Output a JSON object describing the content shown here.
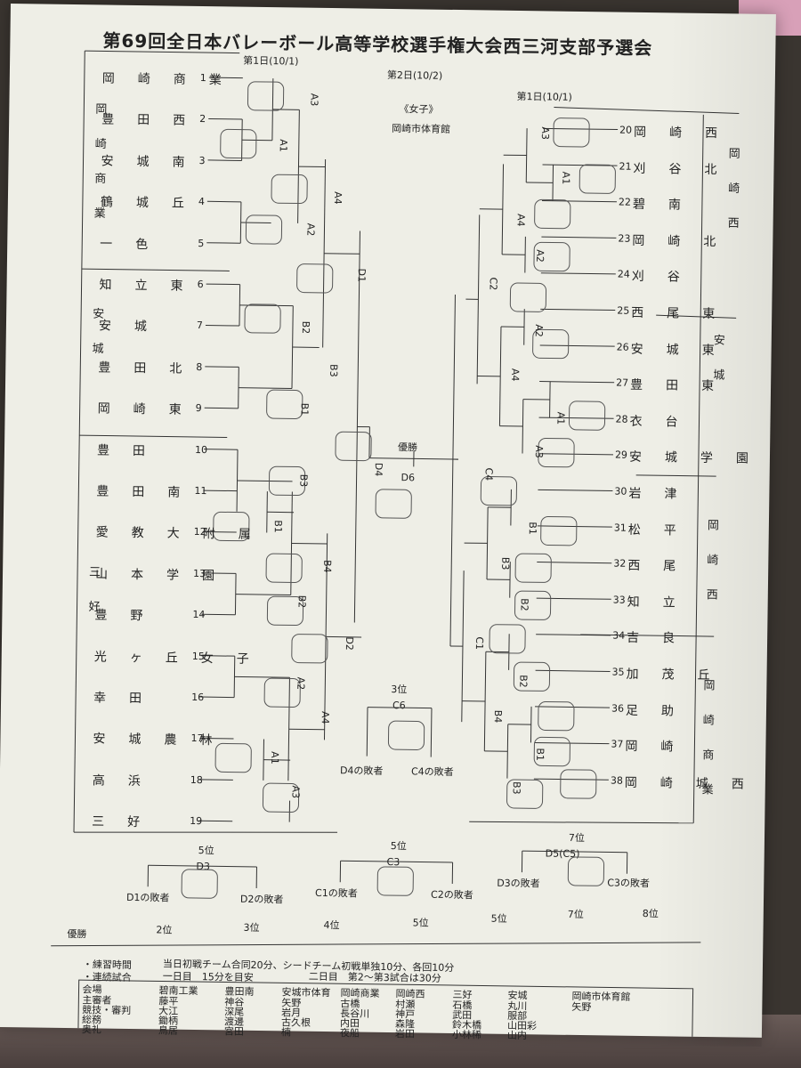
{
  "title": "第69回全日本バレーボール高等学校選手権大会西三河支部予選会",
  "dates": {
    "day1_left": "第1日(10/1)",
    "day2": "第2日(10/2)",
    "day1_right": "第1日(10/1)"
  },
  "category": "《女子》",
  "venue": "岡崎市体育館",
  "champion_label": "優勝",
  "final_code": "D6",
  "third_place": {
    "label": "3位",
    "code": "C6",
    "left": "D4の敗者",
    "right": "C4の敗者"
  },
  "fifth_place_left": {
    "label": "5位",
    "code": "D3",
    "left": "D1の敗者",
    "right": "D2の敗者"
  },
  "fifth_place_mid": {
    "label": "5位",
    "code": "C3",
    "left": "C1の敗者",
    "right": "C2の敗者"
  },
  "seventh_place": {
    "label": "7位",
    "code": "D5(C5)",
    "left": "D3の敗者",
    "right": "C3の敗者"
  },
  "ranking_row": [
    "優勝",
    "2位",
    "3位",
    "4位",
    "5位",
    "5位",
    "7位",
    "8位"
  ],
  "left_groups": [
    "岡崎商業",
    "安城",
    "三好"
  ],
  "right_groups": [
    "岡崎西",
    "安城",
    "岡崎西",
    "岡崎商業"
  ],
  "left_teams": [
    {
      "name": "岡崎商業",
      "no": "1"
    },
    {
      "name": "豊田西",
      "no": "2"
    },
    {
      "name": "安城南",
      "no": "3"
    },
    {
      "name": "鶴城丘",
      "no": "4"
    },
    {
      "name": "一色",
      "no": "5"
    },
    {
      "name": "知立東",
      "no": "6"
    },
    {
      "name": "安城",
      "no": "7"
    },
    {
      "name": "豊田北",
      "no": "8"
    },
    {
      "name": "岡崎東",
      "no": "9"
    },
    {
      "name": "豊田",
      "no": "10"
    },
    {
      "name": "豊田南",
      "no": "11"
    },
    {
      "name": "愛教大附属",
      "no": "12"
    },
    {
      "name": "山本学園",
      "no": "13"
    },
    {
      "name": "豊野",
      "no": "14"
    },
    {
      "name": "光ヶ丘女子",
      "no": "15"
    },
    {
      "name": "幸田",
      "no": "16"
    },
    {
      "name": "安城農林",
      "no": "17"
    },
    {
      "name": "高浜",
      "no": "18"
    },
    {
      "name": "三好",
      "no": "19"
    }
  ],
  "right_teams": [
    {
      "name": "岡崎西",
      "no": "20"
    },
    {
      "name": "刈谷北",
      "no": "21"
    },
    {
      "name": "碧南",
      "no": "22"
    },
    {
      "name": "岡崎北",
      "no": "23"
    },
    {
      "name": "刈谷",
      "no": "24"
    },
    {
      "name": "西尾東",
      "no": "25"
    },
    {
      "name": "安城東",
      "no": "26"
    },
    {
      "name": "豊田東",
      "no": "27"
    },
    {
      "name": "衣台",
      "no": "28"
    },
    {
      "name": "安城学園",
      "no": "29"
    },
    {
      "name": "岩津",
      "no": "30"
    },
    {
      "name": "松平",
      "no": "31"
    },
    {
      "name": "西尾",
      "no": "32"
    },
    {
      "name": "知立",
      "no": "33"
    },
    {
      "name": "吉良",
      "no": "34"
    },
    {
      "name": "加茂丘",
      "no": "35"
    },
    {
      "name": "足助",
      "no": "36"
    },
    {
      "name": "岡崎",
      "no": "37"
    },
    {
      "name": "岡崎城西",
      "no": "38"
    }
  ],
  "match_codes_left": [
    "A3",
    "A1",
    "A4",
    "A2",
    "D1",
    "B2",
    "B3",
    "B1",
    "D4",
    "B3",
    "B1",
    "B4",
    "B2",
    "D2",
    "A2",
    "A4",
    "A1",
    "A3"
  ],
  "match_codes_right": [
    "A3",
    "A1",
    "A4",
    "A2",
    "C2",
    "A2",
    "A4",
    "A1",
    "A3",
    "C4",
    "B1",
    "B3",
    "B2",
    "C1",
    "B2",
    "B4",
    "B1",
    "B3"
  ],
  "notes": {
    "practice_label": "・練習時間",
    "practice_text": "当日初戦チーム合同20分、シードチーム初戦単独10分、各回10分",
    "consecutive_label": "・連続試合",
    "consecutive_day1": "一日目　15分を目安",
    "consecutive_day2": "二日目　第2～第3試合は30分"
  },
  "officials_table": {
    "headers": [
      "会場",
      "碧南工業",
      "豊田南",
      "安城市体育",
      "岡崎商業",
      "岡崎西",
      "三好",
      "安城",
      "岡崎市体育館"
    ],
    "rows": [
      [
        "主審者",
        "藤平",
        "神谷",
        "矢野",
        "古橋",
        "村瀬",
        "石橋",
        "丸川",
        "矢野"
      ],
      [
        "競技・審判",
        "大江",
        "深尾",
        "岩月",
        "長谷川",
        "神戸",
        "武田",
        "服部",
        ""
      ],
      [
        "総務",
        "鋤柄",
        "渡邊",
        "古久根",
        "内田",
        "森隆",
        "鈴木橋",
        "山田彩",
        ""
      ],
      [
        "奥礼",
        "鳥居",
        "宮田",
        "楠",
        "夜船",
        "岩田",
        "小林稀",
        "山内",
        ""
      ]
    ]
  }
}
